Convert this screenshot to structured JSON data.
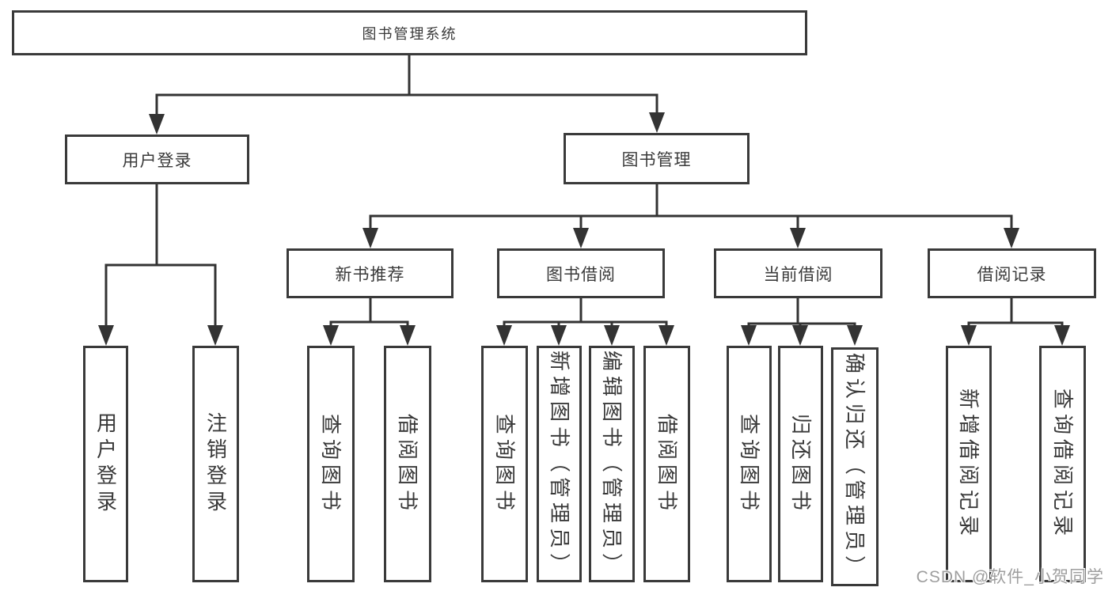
{
  "tree": {
    "root": {
      "label": "图书管理系统"
    },
    "level2": [
      {
        "label": "用户登录"
      },
      {
        "label": "图书管理"
      }
    ],
    "level3": [
      {
        "label": "新书推荐"
      },
      {
        "label": "图书借阅"
      },
      {
        "label": "当前借阅"
      },
      {
        "label": "借阅记录"
      }
    ],
    "leaf_groups": [
      {
        "parent": "用户登录",
        "leaves": [
          {
            "label": "用户登录"
          },
          {
            "label": "注销登录"
          }
        ]
      },
      {
        "parent": "新书推荐",
        "leaves": [
          {
            "label": "查询图书"
          },
          {
            "label": "借阅图书"
          }
        ]
      },
      {
        "parent": "图书借阅",
        "leaves": [
          {
            "label": "查询图书"
          },
          {
            "label": "新增图书（管理员）"
          },
          {
            "label": "编辑图书（管理员）"
          },
          {
            "label": "借阅图书"
          }
        ]
      },
      {
        "parent": "当前借阅",
        "leaves": [
          {
            "label": "查询图书"
          },
          {
            "label": "归还图书"
          },
          {
            "label": "确认归还（管理员）"
          }
        ]
      },
      {
        "parent": "借阅记录",
        "leaves": [
          {
            "label": "新增借阅记录"
          },
          {
            "label": "查询借阅记录"
          }
        ]
      }
    ]
  },
  "watermark": {
    "text": "CSDN @软件_小贺同学",
    "color": "#9e9e9e"
  },
  "colors": {
    "background": "#ffffff",
    "box_border": "#3a3a3a",
    "connector_line": "#333333",
    "text": "#3a3a3a"
  }
}
